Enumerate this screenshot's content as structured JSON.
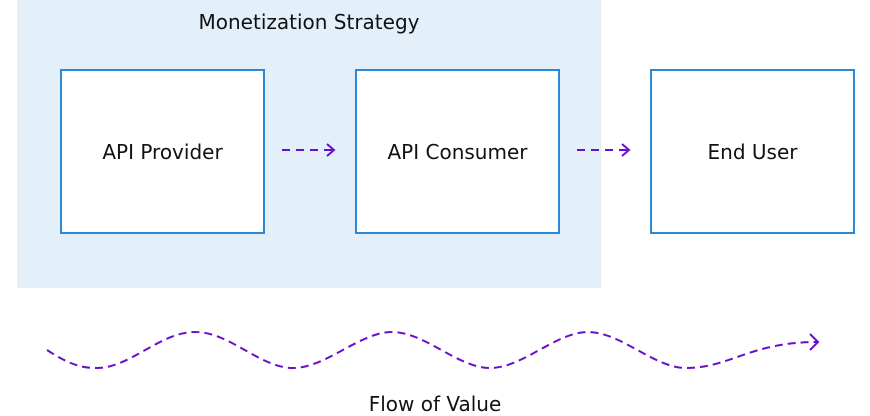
{
  "region": {
    "title": "Monetization Strategy"
  },
  "nodes": [
    {
      "label": "API Provider"
    },
    {
      "label": "API Consumer"
    },
    {
      "label": "End User"
    }
  ],
  "flow": {
    "caption": "Flow of Value"
  },
  "colors": {
    "region_bg": "#e3eff9",
    "box_border": "#2a88d6",
    "arrow": "#6a0dcc"
  }
}
